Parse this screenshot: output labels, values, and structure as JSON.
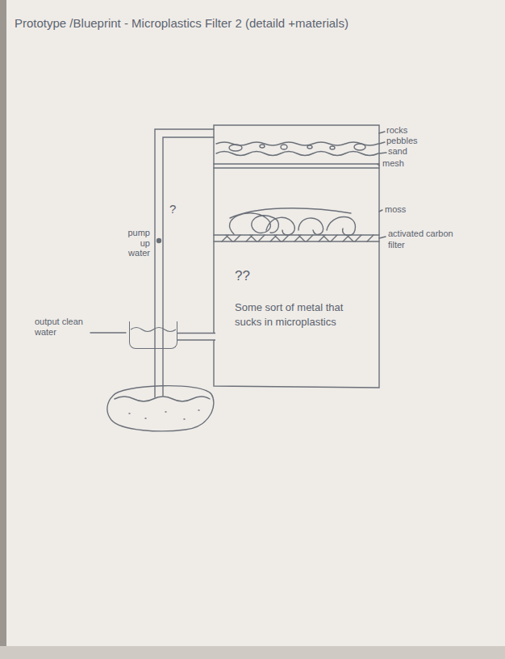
{
  "diagram": {
    "title": "Prototype /Blueprint - Microplastics Filter 2 (detaild +materials)",
    "nodes": [
      {
        "text": [
          "??",
          "Some sort of metal that sucks in microplastics"
        ]
      },
      {
        "text": [
          "output clean water"
        ]
      }
    ],
    "edges": [
      {
        "from": 0,
        "to": 1,
        "arrow": "none"
      }
    ],
    "labels": [
      "rocks",
      "pebbles",
      "sand",
      "mesh",
      "moss",
      "activated carbon",
      "filter",
      "?",
      "pump up water"
    ]
  }
}
